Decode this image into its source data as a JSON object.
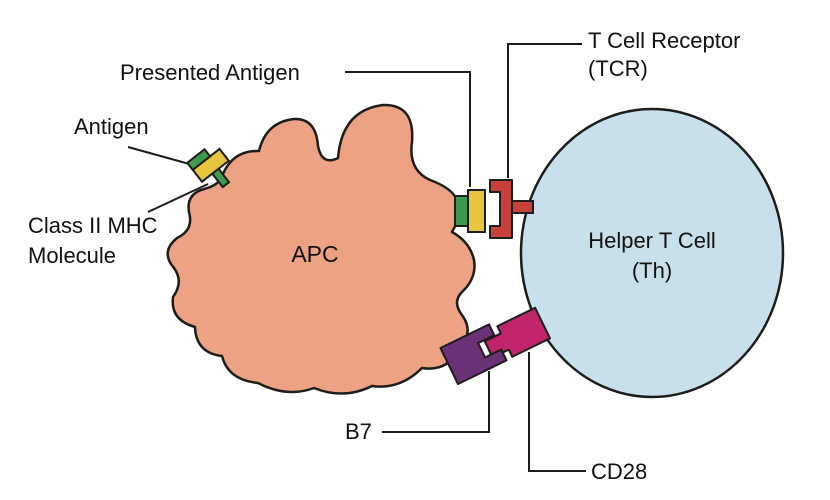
{
  "diagram": {
    "labels": {
      "presented_antigen": "Presented Antigen",
      "tcr_line1": "T Cell Receptor",
      "tcr_line2": "(TCR)",
      "antigen": "Antigen",
      "mhc_line1": "Class II MHC",
      "mhc_line2": "Molecule",
      "apc": "APC",
      "helper_line1": "Helper T Cell",
      "helper_line2": "(Th)",
      "b7": "B7",
      "cd28": "CD28"
    },
    "colors": {
      "apc_fill": "#eda284",
      "tcell_fill": "#c8e0eb",
      "antigen_yellow": "#e8c53e",
      "mhc_green": "#3f9a4d",
      "tcr_red": "#c8403a",
      "b7_purple": "#6c3277",
      "cd28_pink": "#c2246b",
      "outline": "#1d1d1b",
      "pointer_line": "#1d1d1b"
    }
  }
}
